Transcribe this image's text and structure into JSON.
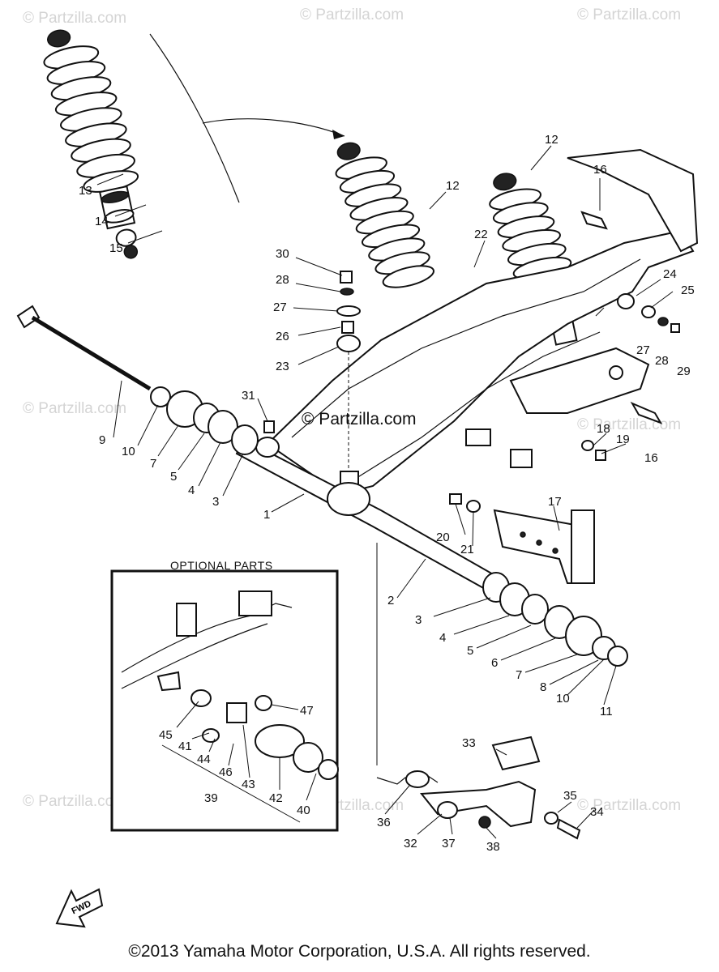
{
  "watermark": "© Partzilla.com",
  "center_watermark": "© Partzilla.com",
  "optional_box_title": "OPTIONAL PARTS",
  "fwd_label": "FWD",
  "copyright": "©2013 Yamaha Motor Corporation, U.S.A. All rights reserved.",
  "callouts": {
    "c1": "1",
    "c2": "2",
    "c3a": "3",
    "c3b": "3",
    "c4a": "4",
    "c4b": "4",
    "c5a": "5",
    "c5b": "5",
    "c6": "6",
    "c7a": "7",
    "c7b": "7",
    "c8": "8",
    "c9": "9",
    "c10a": "10",
    "c10b": "10",
    "c11": "11",
    "c12a": "12",
    "c12b": "12",
    "c13": "13",
    "c14": "14",
    "c15": "15",
    "c16a": "16",
    "c16b": "16",
    "c17": "17",
    "c18": "18",
    "c19": "19",
    "c20": "20",
    "c21": "21",
    "c22": "22",
    "c23": "23",
    "c24": "24",
    "c25": "25",
    "c26": "26",
    "c27a": "27",
    "c27b": "27",
    "c28a": "28",
    "c28b": "28",
    "c29": "29",
    "c30": "30",
    "c31": "31",
    "c32": "32",
    "c33": "33",
    "c34": "34",
    "c35": "35",
    "c36": "36",
    "c37": "37",
    "c38": "38",
    "c39": "39",
    "c40": "40",
    "c41": "41",
    "c42": "42",
    "c43": "43",
    "c44": "44",
    "c45": "45",
    "c46": "46",
    "c47": "47"
  }
}
